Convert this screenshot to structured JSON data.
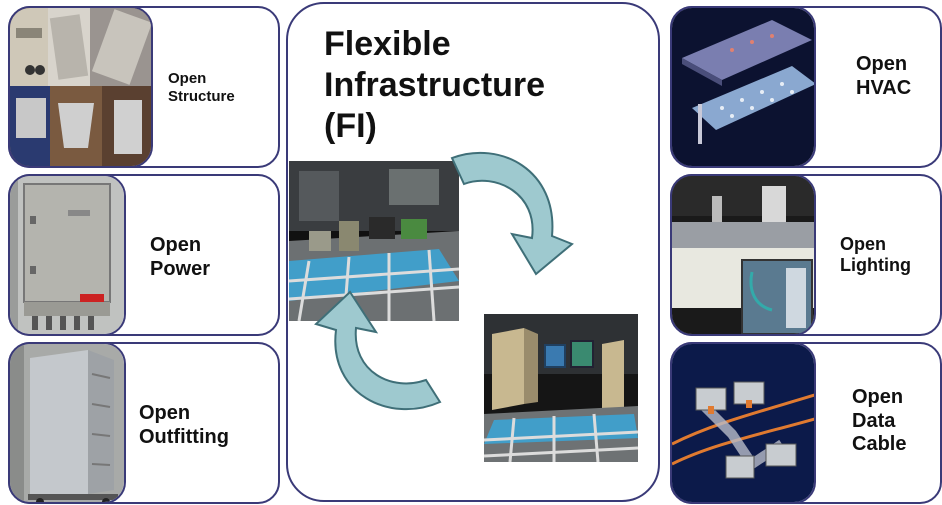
{
  "center": {
    "title_line1": "Flexible",
    "title_line2": "Infrastructure",
    "title_line3": "(FI)"
  },
  "modules": {
    "structure": {
      "line1": "Open",
      "line2": "Structure",
      "photo_icon": "structural-hardware-photo"
    },
    "power": {
      "line1": "Open",
      "line2": "Power",
      "photo_icon": "electrical-cabinet-photo"
    },
    "outfitting": {
      "line1": "Open",
      "line2": "Outfitting",
      "photo_icon": "equipment-cabinet-photo"
    },
    "hvac": {
      "line1": "Open",
      "line2": "HVAC",
      "photo_icon": "ceiling-hvac-grid-render"
    },
    "lighting": {
      "line1": "Open",
      "line2": "Lighting",
      "photo_icon": "light-fixture-photo"
    },
    "datacable": {
      "line1": "Open",
      "line2": "Data",
      "line3": "Cable",
      "photo_icon": "data-cable-connectors-render"
    }
  },
  "colors": {
    "border": "#3a3a78",
    "arrow_fill": "#9ec9cf",
    "arrow_stroke": "#3f6f78"
  }
}
